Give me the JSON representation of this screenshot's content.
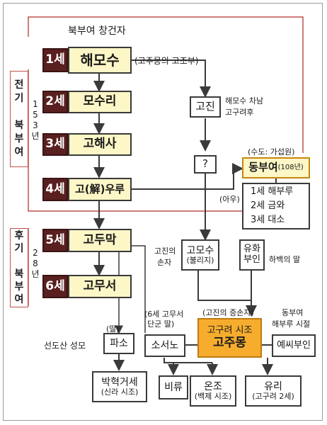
{
  "founder_caption": "북부여 창건자",
  "early_buyeo": {
    "label": "전기 북부여",
    "years": "153년"
  },
  "late_buyeo": {
    "label": "후기 북부여",
    "years": "28년"
  },
  "generations": [
    {
      "gen": "1세",
      "name": "해모수",
      "note": "(고주몽의 고조부)"
    },
    {
      "gen": "2세",
      "name": "모수리"
    },
    {
      "gen": "3세",
      "name": "고해사"
    },
    {
      "gen": "4세",
      "name": "고(解)우루"
    },
    {
      "gen": "5세",
      "name": "고두막"
    },
    {
      "gen": "6세",
      "name": "고무서"
    }
  ],
  "gojin": {
    "name": "고진",
    "note_line1": "해모수 차남",
    "note_line2": "고구려후"
  },
  "unknown": "?",
  "dongbuyeo": {
    "capital": "(수도: 가섭원)",
    "name": "동부여",
    "years": "(108년)",
    "younger_brother": "(아우)",
    "kings": [
      "1세  해부루",
      "2세  금와",
      "3세  대소"
    ]
  },
  "gomosu": {
    "name": "고모수",
    "sub": "(불리지)",
    "relation_line1": "고진의",
    "relation_line2": "손자"
  },
  "yuhwa": {
    "line1": "유화",
    "line2": "부인",
    "note": "하백의 딸"
  },
  "daughter": "(딸)",
  "paso": {
    "name": "파소",
    "note": "선도산 성모"
  },
  "soseono": {
    "name": "소서노",
    "note_line1": "(6세 고무서",
    "note_line2": "단군 딸)"
  },
  "jumong": {
    "line1": "고구려 시조",
    "line2": "고주몽",
    "note": "(고진의 증손자)"
  },
  "yessi": {
    "name": "예씨부인",
    "note_line1": "동부여",
    "note_line2": "해부루 시절"
  },
  "bakhyeokgeose": {
    "name": "박혁거세",
    "sub": "(신라 시조)"
  },
  "biryu": "비류",
  "onjo": {
    "name": "온조",
    "sub": "(백제 시조)"
  },
  "yuri": {
    "name": "유리",
    "sub": "(고구려 2세)"
  },
  "colors": {
    "generation_badge": "#5a1f1f",
    "king_box": "#fdf6c6",
    "jumong_box": "#f6ad2e",
    "bracket_line": "#c0504d",
    "connector": "#3a3a3a"
  }
}
